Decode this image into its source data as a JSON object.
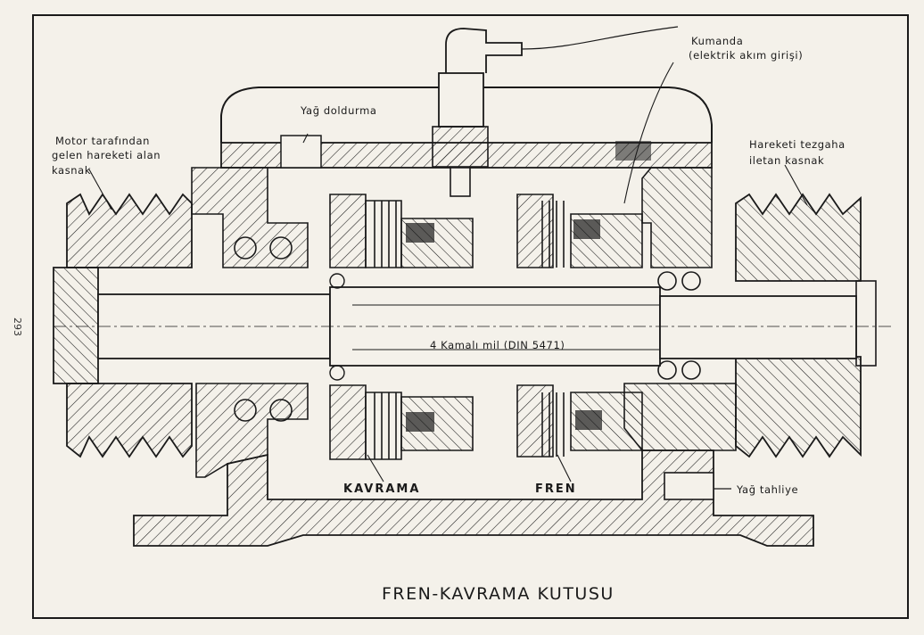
{
  "page_number": "293",
  "title": "FREN-KAVRAMA KUTUSU",
  "labels": {
    "control": "Kumanda",
    "control_sub": "(elektrik akım girişi)",
    "oil_fill": "Yağ doldurma",
    "motor_pulley_1": "Motor tarafından",
    "motor_pulley_2": "gelen hareketi alan",
    "motor_pulley_3": "kasnak",
    "output_pulley_1": "Hareketi tezgaha",
    "output_pulley_2": "iletan kasnak",
    "shaft": "4 Kamalı mil (DIN 5471)",
    "clutch": "KAVRAMA",
    "brake": "FREN",
    "oil_drain": "Yağ tahliye"
  },
  "colors": {
    "ink": "#1a1a1a",
    "paper": "#f4f1ea"
  }
}
